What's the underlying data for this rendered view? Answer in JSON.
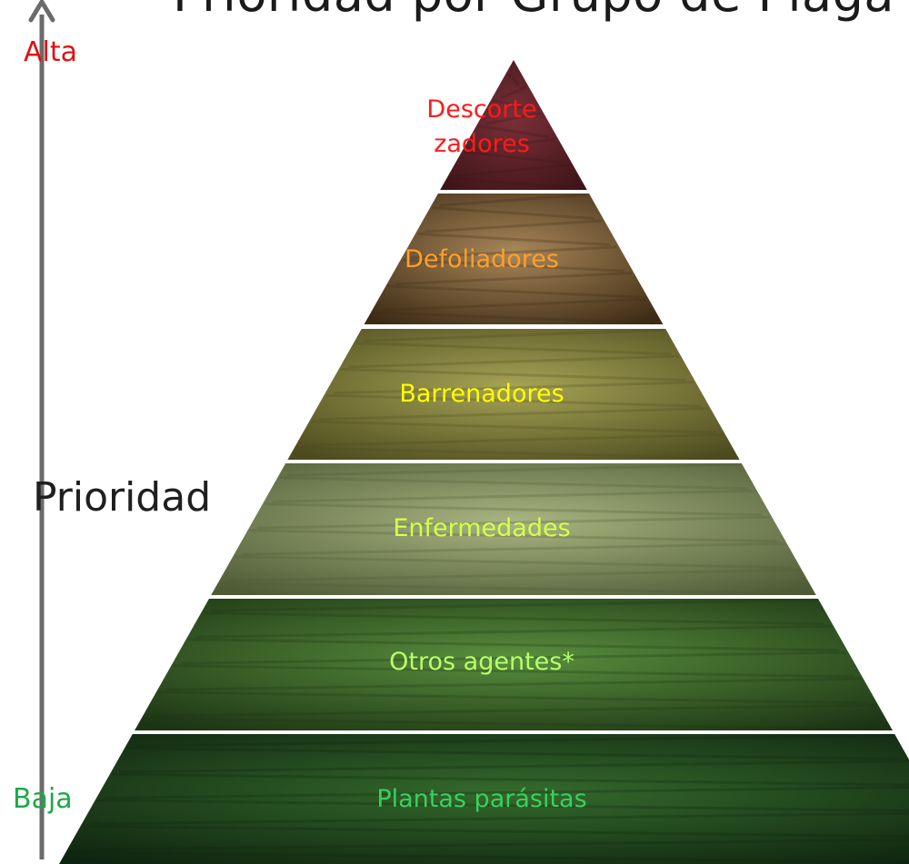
{
  "title": "Prioridad por Grupo de Plaga",
  "axis": {
    "label": "Prioridad",
    "high": "Alta",
    "low": "Baja",
    "high_color": "#e01010",
    "low_color": "#1fa84a"
  },
  "levels": [
    {
      "label": "Descortezadores",
      "lines": [
        "Descorte",
        "zadores"
      ],
      "text_color": "#ff1a1a",
      "tint": "#7a3038",
      "tint_dark": "#3d1418"
    },
    {
      "label": "Defoliadores",
      "lines": [
        "Defoliadores"
      ],
      "text_color": "#ff9f2a",
      "tint": "#a8875a",
      "tint_dark": "#3c2a14"
    },
    {
      "label": "Barrenadores",
      "lines": [
        "Barrenadores"
      ],
      "text_color": "#ffff00",
      "tint": "#a7a456",
      "tint_dark": "#4c4a1e"
    },
    {
      "label": "Enfermedades",
      "lines": [
        "Enfermedades"
      ],
      "text_color": "#d6ff4a",
      "tint": "#a9b582",
      "tint_dark": "#4e5a34"
    },
    {
      "label": "Otros agentes*",
      "lines": [
        "Otros agentes*"
      ],
      "text_color": "#b8ff6a",
      "tint": "#5a8f3e",
      "tint_dark": "#1c3414"
    },
    {
      "label": "Plantas parásitas",
      "lines": [
        "Plantas parásitas"
      ],
      "text_color": "#39d060",
      "tint": "#356b2c",
      "tint_dark": "#0f2410"
    }
  ]
}
